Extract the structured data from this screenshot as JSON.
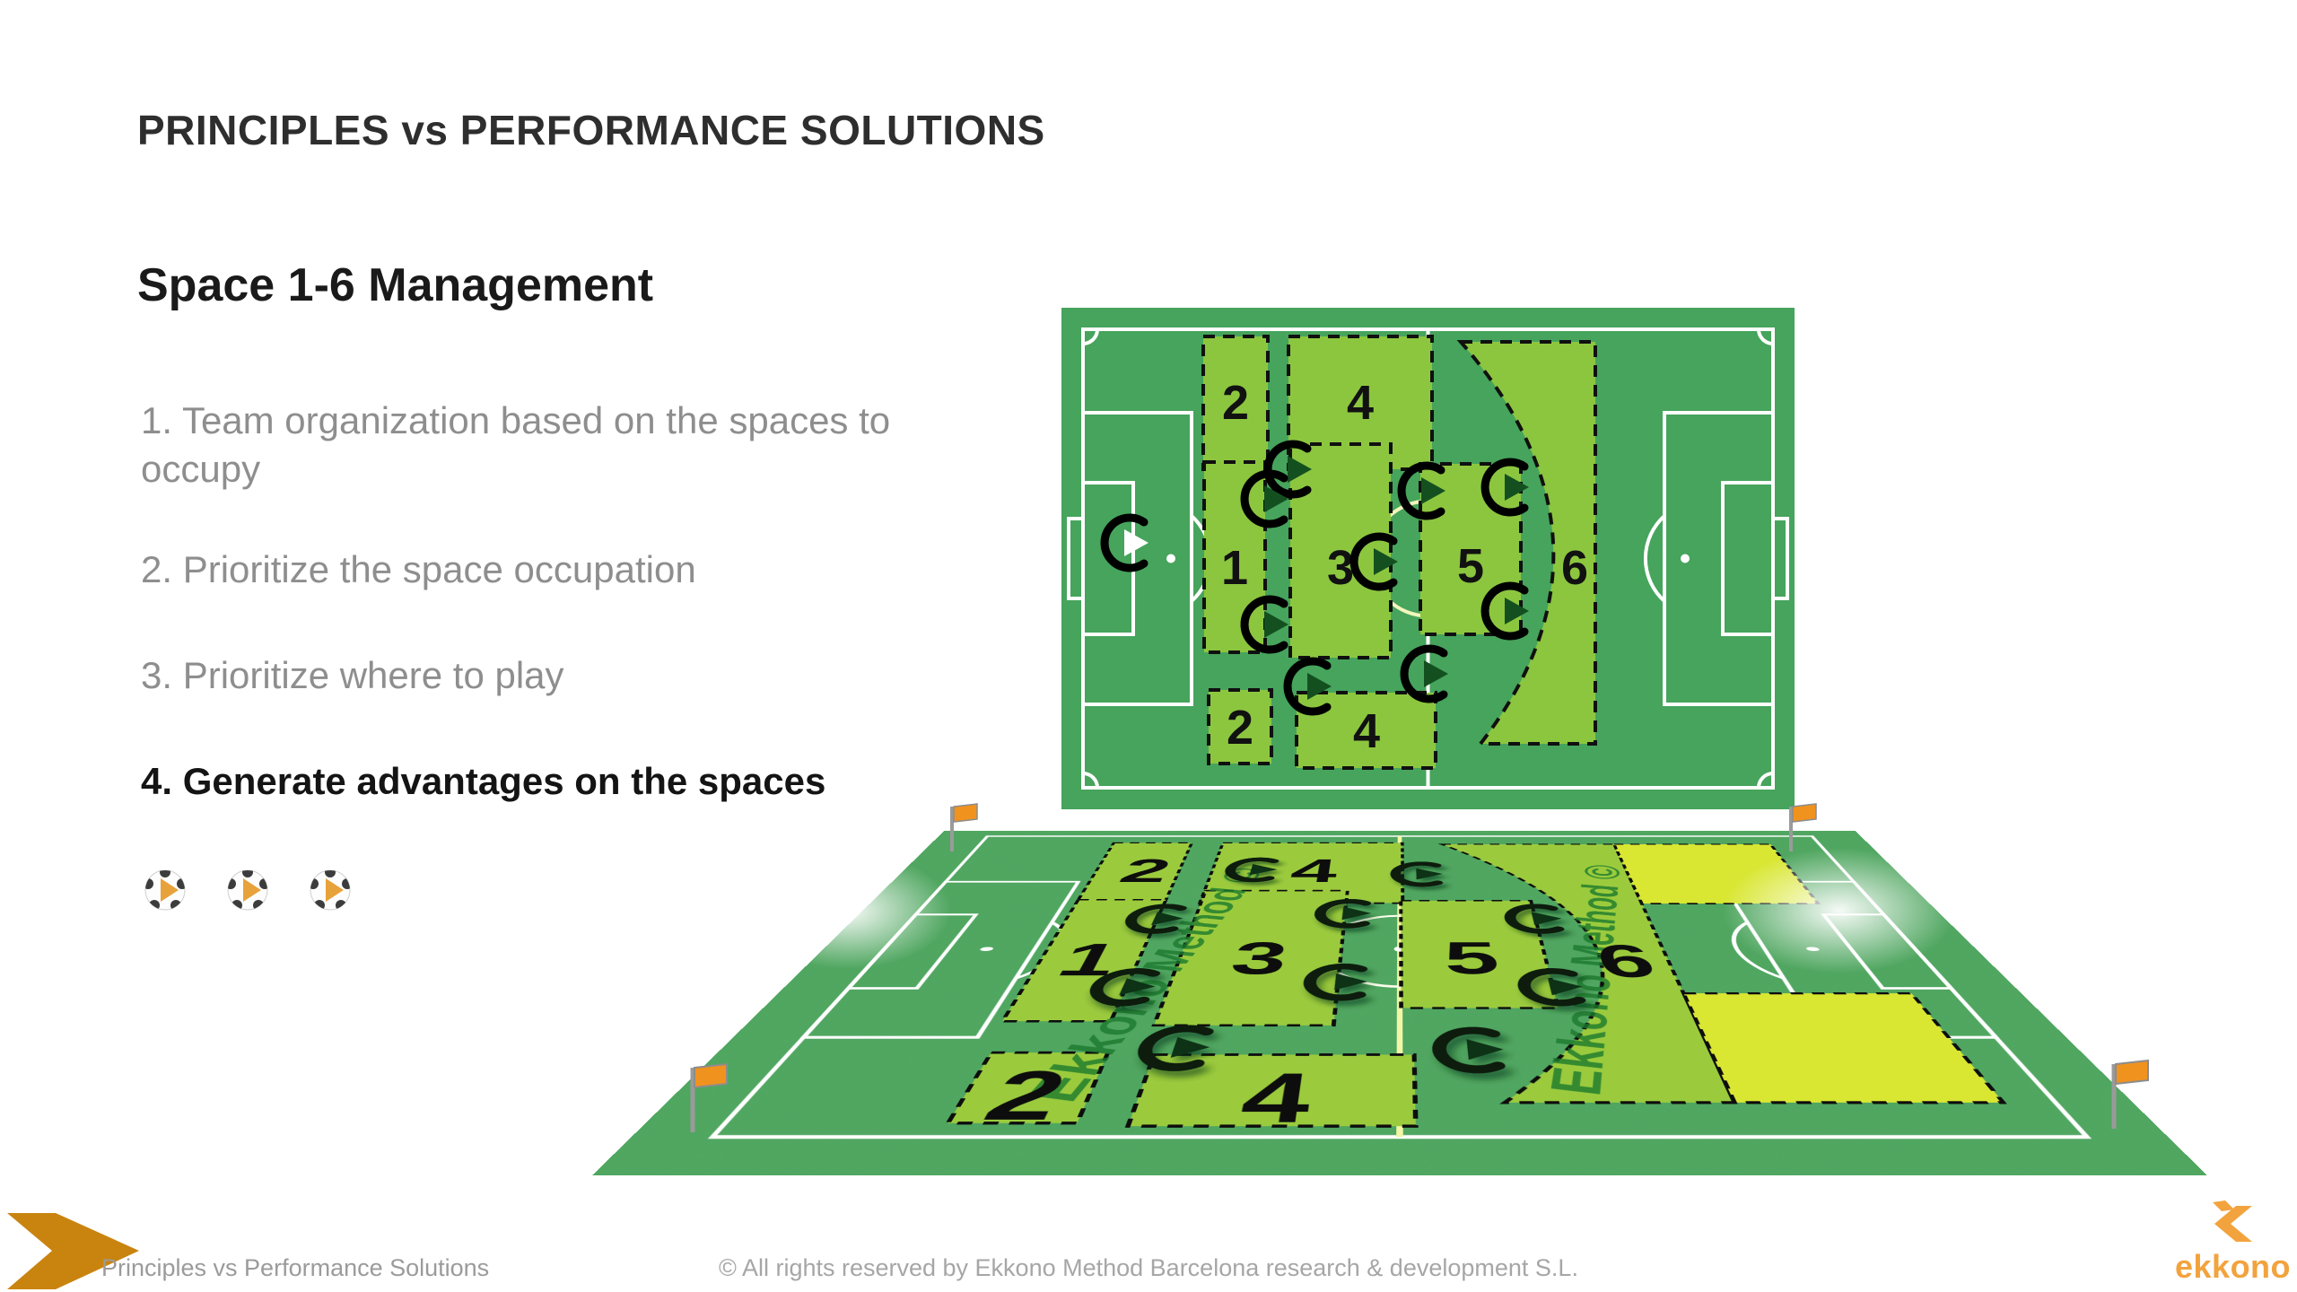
{
  "texts": {
    "title": "PRINCIPLES vs PERFORMANCE SOLUTIONS",
    "heading": "Space 1-6 Management",
    "items": [
      {
        "text": "1. Team organization based on the spaces to occupy"
      },
      {
        "text": "2. Prioritize the space occupation"
      },
      {
        "text": "3. Prioritize where to play"
      },
      {
        "text": "4. Generate advantages on the spaces"
      }
    ],
    "watermark": "Ekkono Method ©",
    "footer": {
      "left": "Principles vs Performance Solutions",
      "center": "©  All rights reserved by Ekkono Method Barcelona research & development S.L.",
      "brand": "ekkono"
    }
  },
  "colors": {
    "brand_orange": "#d98e1c",
    "logo_orange": "#f2a33e",
    "pitch_green": "#46a45c",
    "zone_green_top": "#8cc63f",
    "pitch_green_bottom": "#4ea85e",
    "zone_green_bottom": "#9bcb3d",
    "zone_yellow": "#d9e733",
    "center_circle_yellow": "#f2f5bc",
    "list_gray": "#8e8e8e",
    "text_dark": "#1a1a1a"
  },
  "play_buttons": {
    "count": 3,
    "style": "soccer ball with orange play triangle"
  },
  "top_field": {
    "view": "2d top-down pitch",
    "zones": [
      {
        "label": "2"
      },
      {
        "label": "4"
      },
      {
        "label": "1"
      },
      {
        "label": "3"
      },
      {
        "label": "5"
      },
      {
        "label": "6"
      },
      {
        "label": "2"
      },
      {
        "label": "4"
      }
    ],
    "players": 10
  },
  "bottom_field": {
    "view": "3d perspective pitch",
    "zones": [
      {
        "label": "2"
      },
      {
        "label": "4"
      },
      {
        "label": "1"
      },
      {
        "label": "3"
      },
      {
        "label": "5"
      },
      {
        "label": "6"
      },
      {
        "label": "2"
      },
      {
        "label": "4"
      }
    ],
    "players": 10
  }
}
